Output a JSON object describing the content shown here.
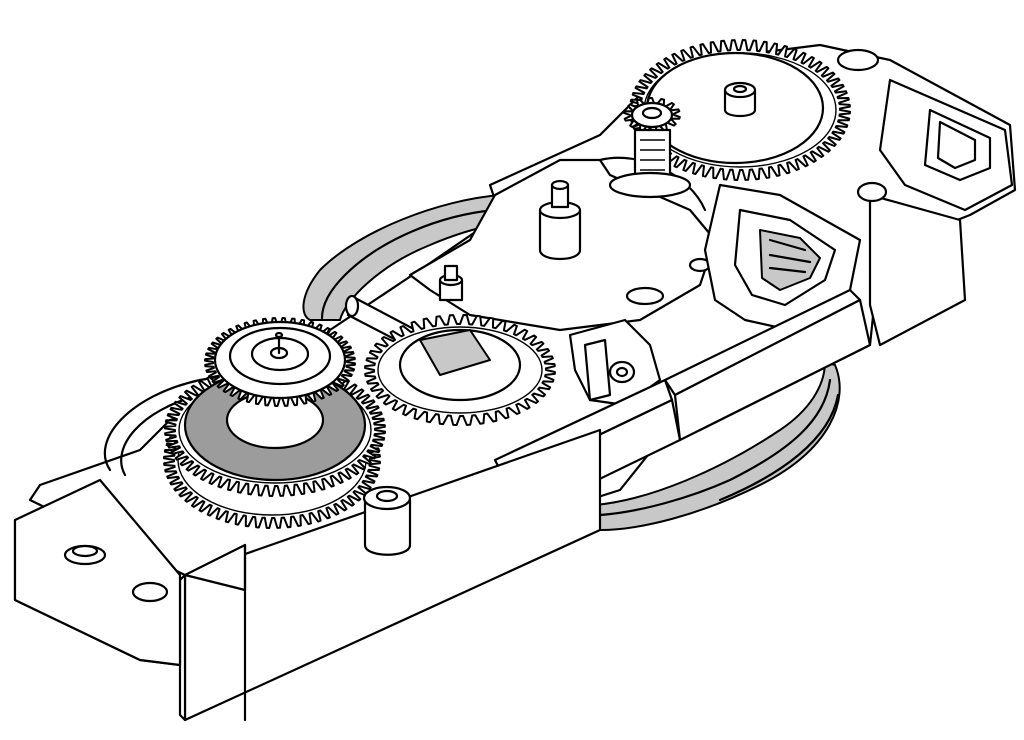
{
  "diagram": {
    "colors": {
      "line": "#000000",
      "fill": "#ffffff",
      "shade": "#9c9c9c",
      "light_shade": "#c8c8c8"
    },
    "gears": [
      {
        "id": "top-right-large-gear",
        "teeth": 64
      },
      {
        "id": "top-small-pinion",
        "teeth": 14
      },
      {
        "id": "left-upper-gear",
        "teeth": 48
      },
      {
        "id": "left-lower-gear",
        "teeth": 64
      },
      {
        "id": "left-bottom-gear",
        "teeth": 64
      },
      {
        "id": "middle-gear",
        "teeth": 44
      }
    ]
  }
}
